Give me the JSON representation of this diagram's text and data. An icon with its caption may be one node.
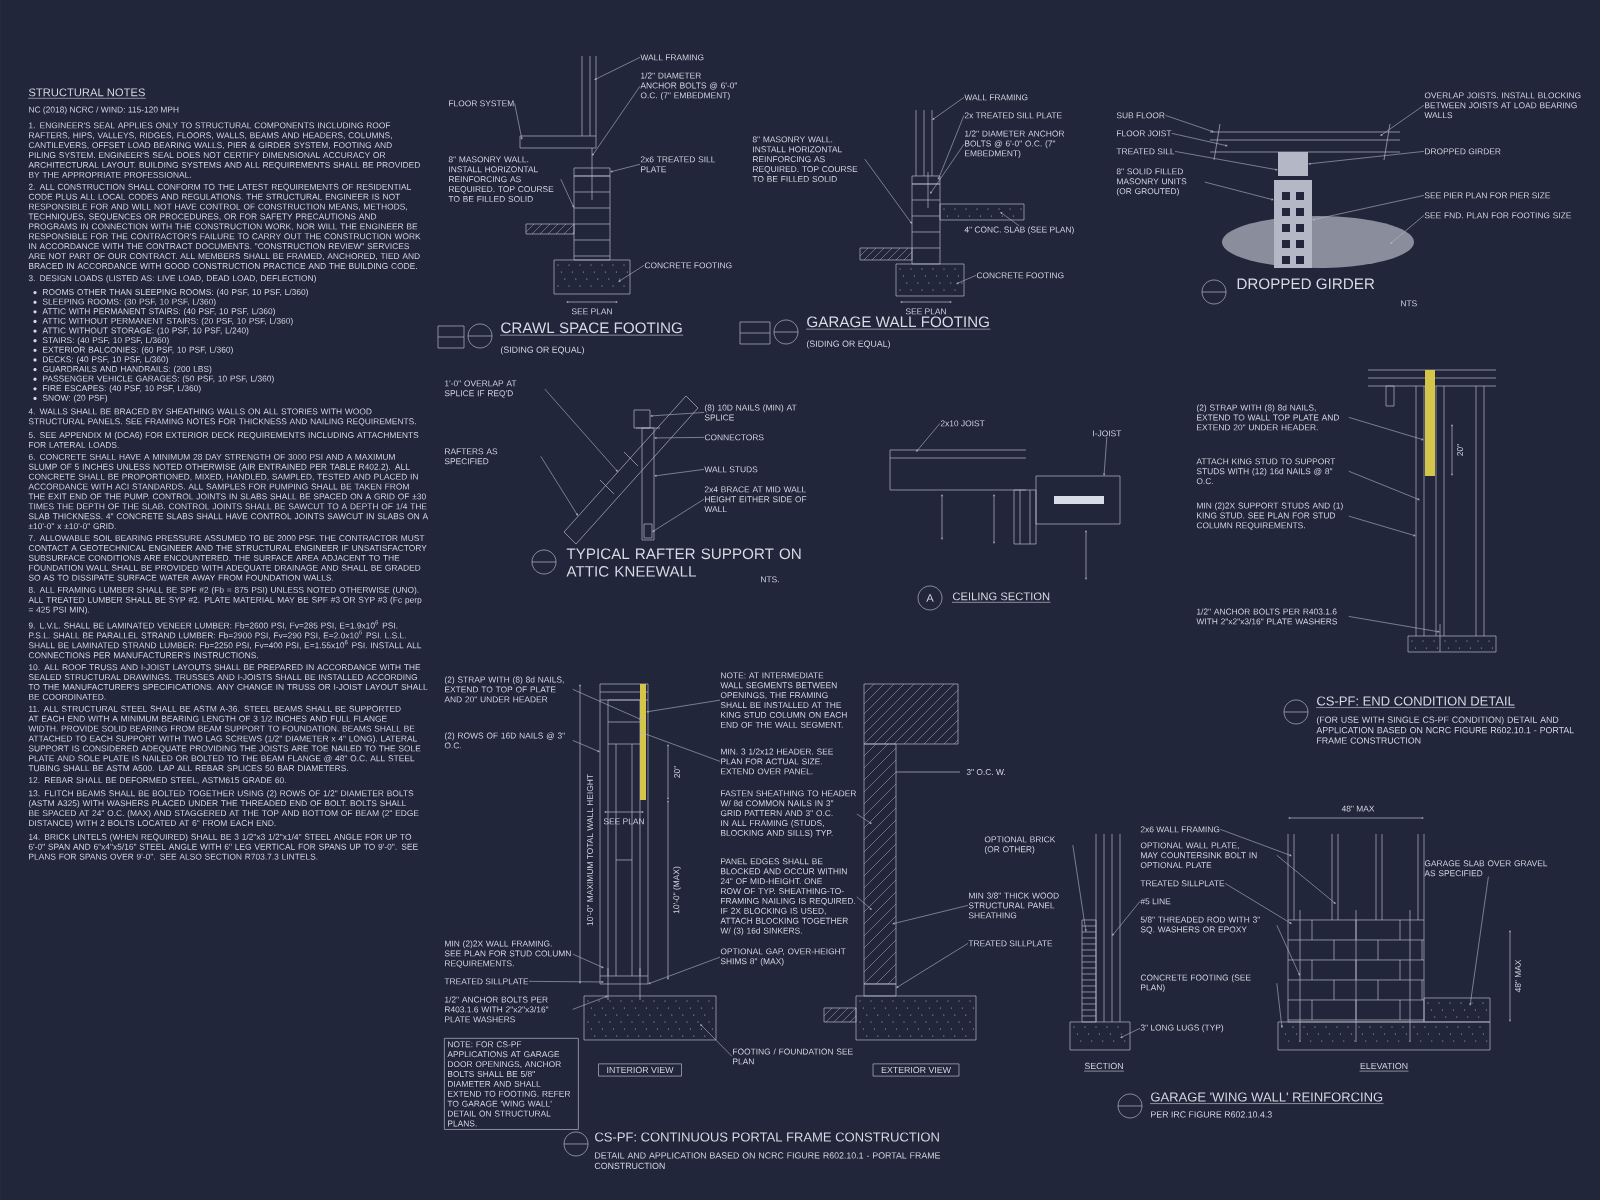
{
  "diagram": {
    "nodes": [
      {
        "text": [
          "FLOOR SYSTEM"
        ]
      },
      {
        "text": [
          "WALL FRAMING"
        ]
      },
      {
        "text": [
          "1/2\" DIAMETER ANCHOR BOLTS @ 6'-0\" O.C. (7\" EMBEDMENT)"
        ]
      },
      {
        "text": [
          "8\" MASONRY WALL. INSTALL HORIZONTAL REINFORCING AS REQUIRED. TOP COURSE TO BE FILLED SOLID"
        ]
      },
      {
        "text": [
          "2x6 TREATED SILL PLATE"
        ]
      },
      {
        "text": [
          "CONCRETE FOOTING"
        ]
      },
      {
        "text": [
          "WALL FRAMING"
        ]
      },
      {
        "text": [
          "2x TREATED SILL PLATE"
        ]
      },
      {
        "text": [
          "1/2\" DIAMETER ANCHOR BOLTS @ 6'-0\" O.C. (7\" EMBEDMENT)"
        ]
      },
      {
        "text": [
          "8\" MASONRY WALL. INSTALL HORIZONTAL REINFORCING AS REQUIRED. TOP COURSE TO BE FILLED SOLID"
        ]
      },
      {
        "text": [
          "4\" CONC. SLAB (SEE PLAN)"
        ]
      },
      {
        "text": [
          "CONCRETE FOOTING"
        ]
      },
      {
        "text": [
          "SUB FLOOR"
        ]
      },
      {
        "text": [
          "FLOOR JOIST"
        ]
      },
      {
        "text": [
          "TREATED SILL"
        ]
      },
      {
        "text": [
          "8\" SOLID FILLED MASONRY UNITS (OR GROUTED)"
        ]
      },
      {
        "text": [
          "OVERLAP JOISTS. INSTALL BLOCKING BETWEEN JOISTS AT LOAD BEARING WALLS"
        ]
      },
      {
        "text": [
          "DROPPED GIRDER"
        ]
      },
      {
        "text": [
          "SEE PIER PLAN FOR PIER SIZE"
        ]
      },
      {
        "text": [
          "SEE FND. PLAN FOR FOOTING SIZE"
        ]
      },
      {
        "text": [
          "1'-0\" OVERLAP AT SPLICE IF REQ'D"
        ]
      },
      {
        "text": [
          "RAFTERS AS SPECIFIED"
        ]
      },
      {
        "text": [
          "(8) 10D NAILS (MIN) AT SPLICE"
        ]
      },
      {
        "text": [
          "CONNECTORS"
        ]
      },
      {
        "text": [
          "WALL STUDS"
        ]
      },
      {
        "text": [
          "2x4 BRACE AT MID WALL HEIGHT EITHER SIDE OF WALL"
        ]
      },
      {
        "text": [
          "2x10 JOIST"
        ]
      },
      {
        "text": [
          "I-JOIST"
        ]
      },
      {
        "text": [
          "(2) STRAP WITH (8) 8d NAILS, EXTEND TO WALL TOP PLATE AND EXTEND 20\" UNDER HEADER."
        ]
      },
      {
        "text": [
          "ATTACH KING STUD TO SUPPORT STUDS WITH (12) 16d NAILS @ 8\" O.C."
        ]
      },
      {
        "text": [
          "MIN (2)2X SUPPORT STUDS AND (1) KING STUD. SEE PLAN FOR STUD COLUMN REQUIREMENTS."
        ]
      },
      {
        "text": [
          "1/2\" ANCHOR BOLTS PER R403.1.6 WITH 2\"x2\"x3/16\" PLATE WASHERS"
        ]
      },
      {
        "text": [
          "(2) STRAP WITH (8) 8d NAILS, EXTEND TO TOP OF PLATE AND 20\" UNDER HEADER"
        ]
      },
      {
        "text": [
          "(2) ROWS OF 16D NAILS @ 3\" O.C."
        ]
      },
      {
        "text": [
          "MIN (2)2X WALL FRAMING. SEE PLAN FOR STUD COLUMN REQUIREMENTS."
        ]
      },
      {
        "text": [
          "TREATED SILLPLATE"
        ]
      },
      {
        "text": [
          "1/2\" ANCHOR BOLTS PER R403.1.6 WITH 2\"x2\"x3/16\" PLATE WASHERS"
        ]
      },
      {
        "text": [
          "NOTE: FOR CS-PF APPLICATIONS AT GARAGE DOOR OPENINGS, ANCHOR BOLTS SHALL BE 5/8\" DIAMETER AND SHALL EXTEND TO FOOTING. REFER TO GARAGE 'WING WALL' DETAIL ON STRUCTURAL PLANS."
        ]
      },
      {
        "text": [
          "NOTE: AT INTERMEDIATE WALL SEGMENTS BETWEEN OPENINGS, THE FRAMING SHALL BE INSTALLED AT THE KING STUD COLUMN ON EACH END OF THE WALL SEGMENT."
        ]
      },
      {
        "text": [
          "MIN. 3 1/2x12 HEADER. SEE PLAN FOR ACTUAL SIZE. EXTEND OVER PANEL."
        ]
      },
      {
        "text": [
          "FASTEN SHEATHING TO HEADER W/ 8d COMMON NAILS IN 3\" GRID PATTERN AND 3\" O.C. IN ALL FRAMING (STUDS, BLOCKING AND SILLS) TYP."
        ]
      },
      {
        "text": [
          "PANEL EDGES SHALL BE BLOCKED AND OCCUR WITHIN 24\" OF MID-HEIGHT. ONE ROW OF TYP. SHEATHING-TO-FRAMING NAILING IS REQUIRED. IF 2X BLOCKING IS USED, ATTACH BLOCKING TOGETHER W/ (3) 16d SINKERS."
        ]
      },
      {
        "text": [
          "OPTIONAL GAP, OVER-HEIGHT SHIMS 8\" (MAX)"
        ]
      },
      {
        "text": [
          "FOOTING / FOUNDATION SEE PLAN"
        ]
      },
      {
        "text": [
          "MIN 3/8\" THICK WOOD STRUCTURAL PANEL SHEATHING"
        ]
      },
      {
        "text": [
          "TREATED SILLPLATE"
        ]
      },
      {
        "text": [
          "OPTIONAL BRICK (OR OTHER)"
        ]
      },
      {
        "text": [
          "2x6 WALL FRAMING"
        ]
      },
      {
        "text": [
          "OPTIONAL WALL PLATE, MAY COUNTERSINK BOLT IN OPTIONAL PLATE"
        ]
      },
      {
        "text": [
          "TREATED SILLPLATE"
        ]
      },
      {
        "text": [
          "#5 LINE"
        ]
      },
      {
        "text": [
          "5/8\" THREADED ROD WITH 3\" SQ. WASHERS OR EPOXY"
        ]
      },
      {
        "text": [
          "CONCRETE FOOTING (SEE PLAN)"
        ]
      },
      {
        "text": [
          "3\" LONG LUGS (TYP)"
        ]
      },
      {
        "text": [
          "GARAGE SLAB OVER GRAVEL AS SPECIFIED"
        ]
      },
      {
        "text": [],
        "shape": "picture"
      },
      {
        "text": [],
        "shape": "picture"
      },
      {
        "text": [],
        "shape": "picture"
      },
      {
        "text": [],
        "shape": "picture"
      },
      {
        "text": [],
        "shape": "picture"
      },
      {
        "text": [],
        "shape": "picture"
      },
      {
        "text": [],
        "shape": "picture"
      },
      {
        "text": [],
        "shape": "picture"
      },
      {
        "text": [],
        "shape": "picture"
      },
      {
        "text": [],
        "shape": "picture"
      }
    ],
    "edges": [
      {
        "from": 0,
        "to": 55,
        "arrow": "to"
      },
      {
        "from": 1,
        "to": 55,
        "arrow": "to"
      },
      {
        "from": 2,
        "to": 55,
        "arrow": "to"
      },
      {
        "from": 3,
        "to": 55,
        "arrow": "to"
      },
      {
        "from": 4,
        "to": 55,
        "arrow": "to"
      },
      {
        "from": 5,
        "to": 55,
        "arrow": "to"
      },
      {
        "from": 6,
        "to": 56,
        "arrow": "to"
      },
      {
        "from": 7,
        "to": 56,
        "arrow": "to"
      },
      {
        "from": 8,
        "to": 56,
        "arrow": "to"
      },
      {
        "from": 9,
        "to": 56,
        "arrow": "to"
      },
      {
        "from": 10,
        "to": 56,
        "arrow": "to"
      },
      {
        "from": 11,
        "to": 56,
        "arrow": "to"
      },
      {
        "from": 12,
        "to": 57,
        "arrow": "to"
      },
      {
        "from": 13,
        "to": 57,
        "arrow": "to"
      },
      {
        "from": 14,
        "to": 57,
        "arrow": "to"
      },
      {
        "from": 15,
        "to": 57,
        "arrow": "to"
      },
      {
        "from": 16,
        "to": 57,
        "arrow": "to"
      },
      {
        "from": 17,
        "to": 57,
        "arrow": "to"
      },
      {
        "from": 18,
        "to": 57,
        "arrow": "to"
      },
      {
        "from": 19,
        "to": 57,
        "arrow": "to"
      },
      {
        "from": 20,
        "to": 58,
        "arrow": "to"
      },
      {
        "from": 21,
        "to": 58,
        "arrow": "to"
      },
      {
        "from": 22,
        "to": 58,
        "arrow": "to"
      },
      {
        "from": 23,
        "to": 58,
        "arrow": "to"
      },
      {
        "from": 24,
        "to": 58,
        "arrow": "to"
      },
      {
        "from": 25,
        "to": 58,
        "arrow": "to"
      },
      {
        "from": 26,
        "to": 59,
        "arrow": "to"
      },
      {
        "from": 27,
        "to": 59,
        "arrow": "to"
      },
      {
        "from": 28,
        "to": 60,
        "arrow": "to"
      },
      {
        "from": 29,
        "to": 60,
        "arrow": "to"
      },
      {
        "from": 30,
        "to": 60,
        "arrow": "to"
      },
      {
        "from": 31,
        "to": 60,
        "arrow": "to"
      },
      {
        "from": 32,
        "to": 61,
        "arrow": "to"
      },
      {
        "from": 33,
        "to": 61,
        "arrow": "to"
      },
      {
        "from": 34,
        "to": 61,
        "arrow": "to"
      },
      {
        "from": 35,
        "to": 61,
        "arrow": "to"
      },
      {
        "from": 36,
        "to": 61,
        "arrow": "to"
      },
      {
        "from": 38,
        "to": 61,
        "arrow": "to"
      },
      {
        "from": 39,
        "to": 61,
        "arrow": "to"
      },
      {
        "from": 40,
        "to": 62,
        "arrow": "to"
      },
      {
        "from": 41,
        "to": 62,
        "arrow": "to"
      },
      {
        "from": 42,
        "to": 61,
        "arrow": "to"
      },
      {
        "from": 43,
        "to": 61,
        "arrow": "to"
      },
      {
        "from": 44,
        "to": 62,
        "arrow": "to"
      },
      {
        "from": 45,
        "to": 62,
        "arrow": "to"
      },
      {
        "from": 46,
        "to": 63,
        "arrow": "to"
      },
      {
        "from": 47,
        "to": 64,
        "arrow": "to"
      },
      {
        "from": 48,
        "to": 64,
        "arrow": "to"
      },
      {
        "from": 49,
        "to": 64,
        "arrow": "to"
      },
      {
        "from": 50,
        "to": 63,
        "arrow": "to"
      },
      {
        "from": 51,
        "to": 64,
        "arrow": "to"
      },
      {
        "from": 52,
        "to": 64,
        "arrow": "to"
      },
      {
        "from": 53,
        "to": 63,
        "arrow": "to"
      },
      {
        "from": 54,
        "to": 64,
        "arrow": "to"
      }
    ],
    "labels": [
      "STRUCTURAL NOTES",
      "NC (2018) NCRC / WIND: 115-120 MPH",
      "1. ENGINEER'S SEAL APPLIES ONLY TO STRUCTURAL COMPONENTS INCLUDING ROOF RAFTERS, HIPS, VALLEYS, RIDGES, FLOORS, WALLS, BEAMS AND HEADERS, COLUMNS, CANTILEVERS, OFFSET LOAD BEARING WALLS, PIER & GIRDER SYSTEM, FOOTING AND PILING SYSTEM. ENGINEER'S SEAL DOES NOT CERTIFY DIMENSIONAL ACCURACY OR ARCHITECTURAL LAYOUT. BUILDING SYSTEMS AND ALL REQUIREMENTS SHALL BE PROVIDED BY THE APPROPRIATE PROFESSIONAL.",
      "2. ALL CONSTRUCTION SHALL CONFORM TO THE LATEST REQUIREMENTS OF RESIDENTIAL CODE PLUS ALL LOCAL CODES AND REGULATIONS. THE STRUCTURAL ENGINEER IS NOT RESPONSIBLE FOR AND WILL NOT HAVE CONTROL OF CONSTRUCTION MEANS, METHODS, TECHNIQUES, SEQUENCES OR PROCEDURES, OR FOR SAFETY PRECAUTIONS AND PROGRAMS IN CONNECTION WITH THE CONSTRUCTION WORK, NOR WILL THE ENGINEER BE RESPONSIBLE FOR THE CONTRACTOR'S FAILURE TO CARRY OUT THE CONSTRUCTION WORK IN ACCORDANCE WITH THE CONTRACT DOCUMENTS. \"CONSTRUCTION REVIEW\" SERVICES ARE NOT PART OF OUR CONTRACT. ALL MEMBERS SHALL BE FRAMED, ANCHORED, TIED AND BRACED IN ACCORDANCE WITH GOOD CONSTRUCTION PRACTICE AND THE BUILDING CODE.",
      "3. DESIGN LOADS (LISTED AS: LIVE LOAD, DEAD LOAD, DEFLECTION)",
      "ROOMS OTHER THAN SLEEPING ROOMS: (40 PSF, 10 PSF, L/360)",
      "SLEEPING ROOMS: (30 PSF, 10 PSF, L/360)",
      "ATTIC WITH PERMANENT STAIRS: (40 PSF, 10 PSF, L/360)",
      "ATTIC WITHOUT PERMANENT STAIRS: (20 PSF, 10 PSF, L/360)",
      "ATTIC WITHOUT STORAGE: (10 PSF, 10 PSF, L/240)",
      "STAIRS: (40 PSF, 10 PSF, L/360)",
      "EXTERIOR BALCONIES: (60 PSF, 10 PSF, L/360)",
      "DECKS: (40 PSF, 10 PSF, L/360)",
      "GUARDRAILS AND HANDRAILS: (200 LBS)",
      "PASSENGER VEHICLE GARAGES: (50 PSF, 10 PSF, L/360)",
      "FIRE ESCAPES: (40 PSF, 10 PSF, L/360)",
      "SNOW: (20 PSF)",
      "4. WALLS SHALL BE BRACED BY SHEATHING WALLS ON ALL STORIES WITH WOOD STRUCTURAL PANELS. SEE FRAMING NOTES FOR THICKNESS AND NAILING REQUIREMENTS.",
      "5. SEE APPENDIX M (DCA6) FOR EXTERIOR DECK REQUIREMENTS INCLUDING ATTACHMENTS FOR LATERAL LOADS.",
      "6. CONCRETE SHALL HAVE A MINIMUM 28 DAY STRENGTH OF 3000 PSI AND A MAXIMUM SLUMP OF 5 INCHES UNLESS NOTED OTHERWISE (AIR ENTRAINED PER TABLE R402.2). ALL CONCRETE SHALL BE PROPORTIONED, MIXED, HANDLED, SAMPLED, TESTED AND PLACED IN ACCORDANCE WITH ACI STANDARDS. ALL SAMPLES FOR PUMPING SHALL BE TAKEN FROM THE EXIT END OF THE PUMP. CONTROL JOINTS IN SLABS SHALL BE SPACED ON A GRID OF ±30 TIMES THE DEPTH OF THE SLAB. CONTROL JOINTS SHALL BE SAWCUT TO A DEPTH OF 1/4 THE SLAB THICKNESS. 4\" CONCRETE SLABS SHALL HAVE CONTROL JOINTS SAWCUT IN SLABS ON A ±10'-0\" x ±10'-0\" GRID.",
      "7. ALLOWABLE SOIL BEARING PRESSURE ASSUMED TO BE 2000 PSF. THE CONTRACTOR MUST CONTACT A GEOTECHNICAL ENGINEER AND THE STRUCTURAL ENGINEER IF UNSATISFACTORY SUBSURFACE CONDITIONS ARE ENCOUNTERED. THE SURFACE AREA ADJACENT TO THE FOUNDATION WALL SHALL BE PROVIDED WITH ADEQUATE DRAINAGE AND SHALL BE GRADED SO AS TO DISSIPATE SURFACE WATER AWAY FROM FOUNDATION WALLS.",
      "8. ALL FRAMING LUMBER SHALL BE SPF #2 (Fb = 875 PSI) UNLESS NOTED OTHERWISE (UNO). ALL TREATED LUMBER SHALL BE SYP #2. PLATE MATERIAL MAY BE SPF #3 OR SYP #3 (Fc perp = 425 PSI MIN).",
      "9. L.V.L. SHALL BE LAMINATED VENEER LUMBER: Fb=2600 PSI, Fv=285 PSI, E=1.9x10$^{6}$ PSI. P.S.L. SHALL BE PARALLEL STRAND LUMBER: Fb=2900 PSI, Fv=290 PSI, E=2.0x10$^{6}$ PSI. L.S.L. SHALL BE LAMINATED STRAND LUMBER: Fb=2250 PSI, Fv=400 PSI, E=1.55x10$^{6}$ PSI. INSTALL ALL CONNECTIONS PER MANUFACTURER'S INSTRUCTIONS.",
      "10. ALL ROOF TRUSS AND I-JOIST LAYOUTS SHALL BE PREPARED IN ACCORDANCE WITH THE SEALED STRUCTURAL DRAWINGS. TRUSSES AND I-JOISTS SHALL BE INSTALLED ACCORDING TO THE MANUFACTURER'S SPECIFICATIONS. ANY CHANGE IN TRUSS OR I-JOIST LAYOUT SHALL BE COORDINATED.",
      "11. ALL STRUCTURAL STEEL SHALL BE ASTM A-36. STEEL BEAMS SHALL BE SUPPORTED AT EACH END WITH A MINIMUM BEARING LENGTH OF 3 1/2 INCHES AND FULL FLANGE WIDTH. PROVIDE SOLID BEARING FROM BEAM SUPPORT TO FOUNDATION. BEAMS SHALL BE ATTACHED TO EACH SUPPORT WITH TWO LAG SCREWS (1/2\" DIAMETER x 4\" LONG). LATERAL SUPPORT IS CONSIDERED ADEQUATE PROVIDING THE JOISTS ARE TOE NAILED TO THE SOLE PLATE AND SOLE PLATE IS NAILED OR BOLTED TO THE BEAM FLANGE @ 48\" O.C. ALL STEEL TUBING SHALL BE ASTM A500. LAP ALL REBAR SPLICES 50 BAR DIAMETERS.",
      "12. REBAR SHALL BE DEFORMED STEEL, ASTM615 GRADE 60.",
      "13. FLITCH BEAMS SHALL BE BOLTED TOGETHER USING (2) ROWS OF 1/2\" DIAMETER BOLTS (ASTM A325) WITH WASHERS PLACED UNDER THE THREADED END OF BOLT. BOLTS SHALL BE SPACED AT 24\" O.C. (MAX) AND STAGGERED AT THE TOP AND BOTTOM OF BEAM (2\" EDGE DISTANCE) WITH 2 BOLTS LOCATED AT 6\" FROM EACH END.",
      "14. BRICK LINTELS (WHEN REQUIRED) SHALL BE 3 1/2\"x3 1/2\"x1/4\" STEEL ANGLE FOR UP TO 6'-0\" SPAN AND 6\"x4\"x5/16\" STEEL ANGLE WITH 6\" LEG VERTICAL FOR SPANS UP TO 9'-0\". SEE PLANS FOR SPANS OVER 9'-0\". SEE ALSO SECTION R703.7.3 LINTELS.",
      "SEE PLAN",
      "CRAWL SPACE FOOTING",
      "(SIDING OR EQUAL)",
      "SEE PLAN",
      "GARAGE WALL FOOTING",
      "(SIDING OR EQUAL)",
      "DROPPED GIRDER",
      "NTS",
      "TYPICAL RAFTER SUPPORT ON ATTIC KNEEWALL",
      "NTS.",
      "A",
      "CEILING SECTION",
      "20\"",
      "CS-PF: END CONDITION DETAIL",
      "(FOR USE WITH SINGLE CS-PF CONDITION) DETAIL AND APPLICATION BASED ON NCRC FIGURE R602.10.1 - PORTAL FRAME CONSTRUCTION",
      "10'-0\" MAXIMUM TOTAL WALL HEIGHT",
      "SEE PLAN",
      "20\"",
      "10'-0\" (MAX)",
      "3\" O.C. W.",
      "INTERIOR VIEW",
      "EXTERIOR VIEW",
      "CS-PF: CONTINUOUS PORTAL FRAME CONSTRUCTION",
      "DETAIL AND APPLICATION BASED ON NCRC FIGURE R602.10.1 - PORTAL FRAME CONSTRUCTION",
      "48\" MAX",
      "48\" MAX",
      "SECTION",
      "ELEVATION",
      "GARAGE 'WING WALL' REINFORCING",
      "PER IRC FIGURE R602.10.4.3"
    ]
  }
}
